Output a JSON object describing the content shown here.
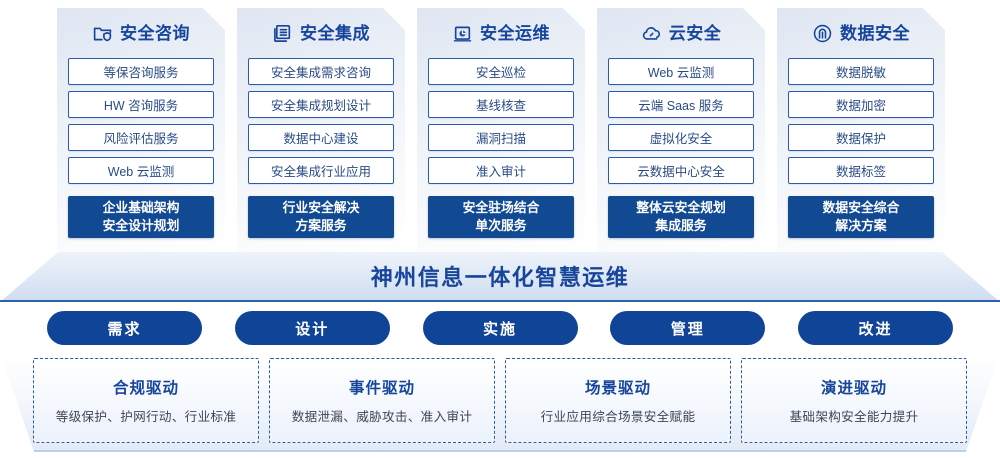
{
  "columns": [
    {
      "icon": "folder-shield-icon",
      "title": "安全咨询",
      "items": [
        "等保咨询服务",
        "HW 咨询服务",
        "风险评估服务",
        "Web 云监测"
      ],
      "highlight": [
        "企业基础架构",
        "安全设计规划"
      ]
    },
    {
      "icon": "document-stack-icon",
      "title": "安全集成",
      "items": [
        "安全集成需求咨询",
        "安全集成规划设计",
        "数据中心建设",
        "安全集成行业应用"
      ],
      "highlight": [
        "行业安全解决",
        "方案服务"
      ]
    },
    {
      "icon": "monitor-chart-icon",
      "title": "安全运维",
      "items": [
        "安全巡检",
        "基线核查",
        "漏洞扫描",
        "准入审计"
      ],
      "highlight": [
        "安全驻场结合",
        "单次服务"
      ]
    },
    {
      "icon": "cloud-icon",
      "title": "云安全",
      "items": [
        "Web 云监测",
        "云端 Saas 服务",
        "虚拟化安全",
        "云数据中心安全"
      ],
      "highlight": [
        "整体云安全规划",
        "集成服务"
      ]
    },
    {
      "icon": "fingerprint-icon",
      "title": "数据安全",
      "items": [
        "数据脱敏",
        "数据加密",
        "数据保护",
        "数据标签"
      ],
      "highlight": [
        "数据安全综合",
        "解决方案"
      ]
    }
  ],
  "banner": {
    "text": "神州信息一体化智慧运维"
  },
  "stages": [
    "需求",
    "设计",
    "实施",
    "管理",
    "改进"
  ],
  "drivers": [
    {
      "title": "合规驱动",
      "desc": "等级保护、护网行动、行业标准"
    },
    {
      "title": "事件驱动",
      "desc": "数据泄漏、威胁攻击、准入审计"
    },
    {
      "title": "场景驱动",
      "desc": "行业应用综合场景安全赋能"
    },
    {
      "title": "演进驱动",
      "desc": "基础架构安全能力提升"
    }
  ],
  "colors": {
    "brand_blue": "#17459b",
    "deep_blue": "#0f4496",
    "item_border": "#2a5cae",
    "highlight_bg": "#114a92"
  }
}
